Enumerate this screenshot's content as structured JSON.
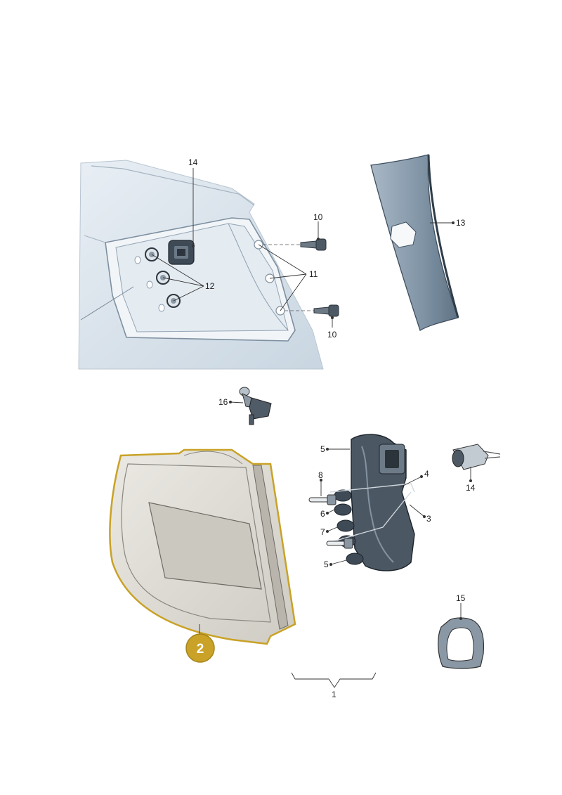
{
  "diagram": {
    "callouts": [
      {
        "id": "c14a",
        "text": "14"
      },
      {
        "id": "c10a",
        "text": "10"
      },
      {
        "id": "c11",
        "text": "11"
      },
      {
        "id": "c12",
        "text": "12"
      },
      {
        "id": "c10b",
        "text": "10"
      },
      {
        "id": "c13",
        "text": "13"
      },
      {
        "id": "c16",
        "text": "16"
      },
      {
        "id": "c5a",
        "text": "5"
      },
      {
        "id": "c4",
        "text": "4"
      },
      {
        "id": "c8",
        "text": "8"
      },
      {
        "id": "c6",
        "text": "6"
      },
      {
        "id": "c3",
        "text": "3"
      },
      {
        "id": "c7",
        "text": "7"
      },
      {
        "id": "c5b",
        "text": "5"
      },
      {
        "id": "c14b",
        "text": "14"
      },
      {
        "id": "c15",
        "text": "15"
      },
      {
        "id": "c1",
        "text": "1"
      }
    ],
    "highlight": {
      "text": "2",
      "color": "#c9a227"
    },
    "colors": {
      "body": "#dde6ee",
      "trim": "#8fa2b3",
      "part": "#5e6b78",
      "lamp_outline": "#c9a227",
      "lamp_fill": "#e0ded8"
    }
  }
}
